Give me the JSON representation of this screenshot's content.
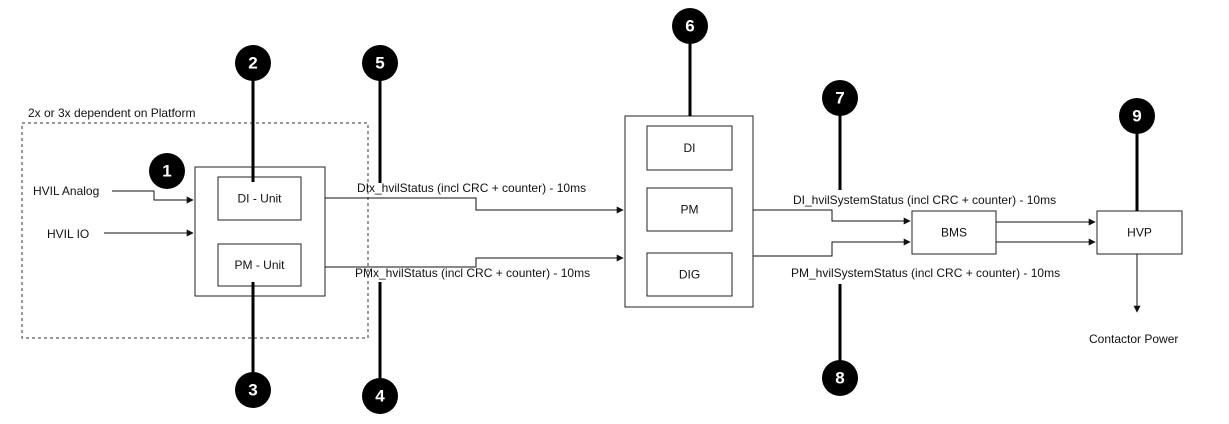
{
  "platform_group": {
    "label": "2x or 3x dependent on Platform"
  },
  "inputs": {
    "hvil_analog": "HVIL Analog",
    "hvil_io": "HVIL IO"
  },
  "units": {
    "di_unit": "DI - Unit",
    "pm_unit": "PM - Unit"
  },
  "signals": {
    "dix_status": "DIx_hvilStatus (incl CRC + counter) - 10ms",
    "pmx_status": "PMx_hvilStatus (incl CRC + counter) - 10ms",
    "di_system_status": "DI_hvilSystemStatus (incl CRC + counter) - 10ms",
    "pm_system_status": "PM_hvilSystemStatus (incl CRC + counter) - 10ms"
  },
  "central": {
    "di": "DI",
    "pm": "PM",
    "dig": "DIG"
  },
  "bms": "BMS",
  "hvp": "HVP",
  "output": "Contactor Power",
  "badges": [
    "1",
    "2",
    "3",
    "4",
    "5",
    "6",
    "7",
    "8",
    "9"
  ],
  "colors": {
    "badge": "#000000",
    "line": "#111111"
  }
}
